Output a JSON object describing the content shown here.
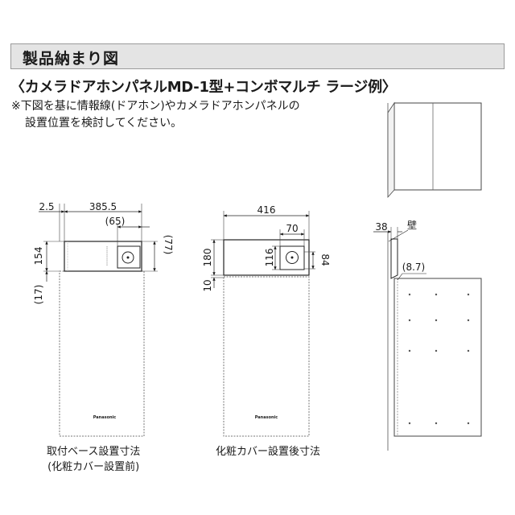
{
  "header": {
    "title": "製品納まり図"
  },
  "subtitle": "〈カメラドアホンパネルMD-1型+コンボマルチ ラージ例〉",
  "note": {
    "line1": "※下図を基に情報線(ドアホン)やカメラドアホンパネルの",
    "line2": "設置位置を検討してください。"
  },
  "brand": "Panasonic",
  "view_left": {
    "caption_line1": "取付ベース設置寸法",
    "caption_line2": "(化粧カバー設置前)",
    "dims": {
      "d1": "2.5",
      "d2": "385.5",
      "d3": "(65)",
      "d4": "(77)",
      "d5": "154",
      "d6": "(17)"
    }
  },
  "view_middle": {
    "caption": "化粧カバー設置後寸法",
    "dims": {
      "d1": "416",
      "d2": "70",
      "d3": "180",
      "d4": "116",
      "d5": "84",
      "d6": "10"
    }
  },
  "view_right": {
    "dims": {
      "d1": "38",
      "d2": "(8.7)"
    },
    "wall_label": "壁"
  }
}
